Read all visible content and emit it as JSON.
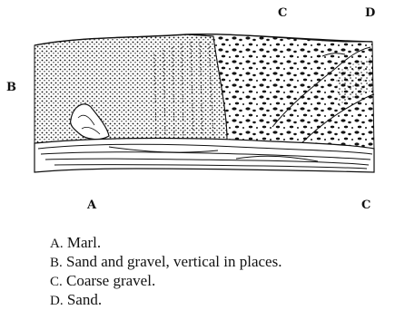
{
  "figure": {
    "labels": {
      "top_left": "B",
      "top_mid": "C",
      "top_right": "D",
      "bottom_left": "A",
      "bottom_right": "C"
    }
  },
  "legend": [
    {
      "key": "A.",
      "text": "Marl."
    },
    {
      "key": "B.",
      "text": "Sand and gravel, vertical in places."
    },
    {
      "key": "C.",
      "text": "Coarse gravel."
    },
    {
      "key": "D.",
      "text": "Sand."
    }
  ]
}
